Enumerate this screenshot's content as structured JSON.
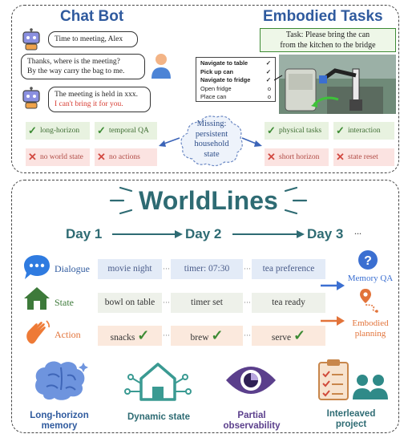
{
  "top": {
    "chatbot_title": "Chat Bot",
    "embodied_title": "Embodied Tasks",
    "bubble1": "Time to meeting, Alex",
    "bubble2_line1": "Thanks, where is the meeting?",
    "bubble2_line2": "By the way carry the bag to me.",
    "bubble3_line1": "The meeting is held in xxx.",
    "bubble3_line2": "I can't bring it for you.",
    "task_line1": "Task: Please bring the can",
    "task_line2": "from the kitchen to the bridge",
    "checklist": [
      {
        "label": "Navigate to table",
        "mark": "✓"
      },
      {
        "label": "Pick up can",
        "mark": "✓"
      },
      {
        "label": "Navigate to fridge",
        "mark": "✓"
      },
      {
        "label": "Open fridge",
        "mark": "o"
      },
      {
        "label": "Place can",
        "mark": "o"
      }
    ],
    "missing_line1": "Missing:",
    "missing_line2": "persistent",
    "missing_line3": "household",
    "missing_line4": "state",
    "left_good": [
      "long-horizon",
      "temporal QA"
    ],
    "left_bad": [
      "no world state",
      "no actions"
    ],
    "right_good": [
      "physical tasks",
      "interaction"
    ],
    "right_bad": [
      "short horizon",
      "state reset"
    ],
    "check_mark": "✓",
    "cross_mark": "✕"
  },
  "bottom": {
    "title": "WorldLines",
    "day1": "Day 1",
    "day2": "Day 2",
    "day3": "Day 3",
    "day_more": "...",
    "dots": "···",
    "rows": {
      "dialogue": {
        "label": "Dialogue",
        "cells": [
          "movie night",
          "timer: 07:30",
          "tea preference"
        ]
      },
      "state": {
        "label": "State",
        "cells": [
          "bowl on table",
          "timer set",
          "tea ready"
        ]
      },
      "action": {
        "label": "Action",
        "cells": [
          "snacks",
          "brew",
          "serve"
        ]
      }
    },
    "outputs": {
      "qa": "Memory QA",
      "plan_line1": "Embodied",
      "plan_line2": "planning"
    },
    "features": [
      {
        "line1": "Long-horizon",
        "line2": "memory"
      },
      {
        "line1": "Dynamic state",
        "line2": ""
      },
      {
        "line1": "Partial",
        "line2": "observability"
      },
      {
        "line1": "Interleaved",
        "line2": "project"
      }
    ]
  },
  "colors": {
    "teal": "#2e6b73",
    "blue": "#2f5a9e",
    "orange": "#e2733a",
    "green": "#3d8b34",
    "red": "#d24a42"
  }
}
